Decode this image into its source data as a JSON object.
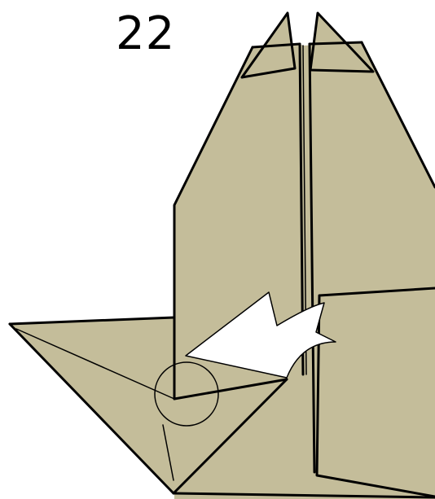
{
  "diagram": {
    "step_number": "22",
    "colors": {
      "paper": "#c4bd9a",
      "line": "#000000",
      "arrow": "#ffffff",
      "text": "#000000",
      "background": "#ffffff"
    },
    "elements": {
      "folded_model": "origami-model",
      "arrow": "push-fold-arrow",
      "circle": "focus-circle"
    }
  }
}
